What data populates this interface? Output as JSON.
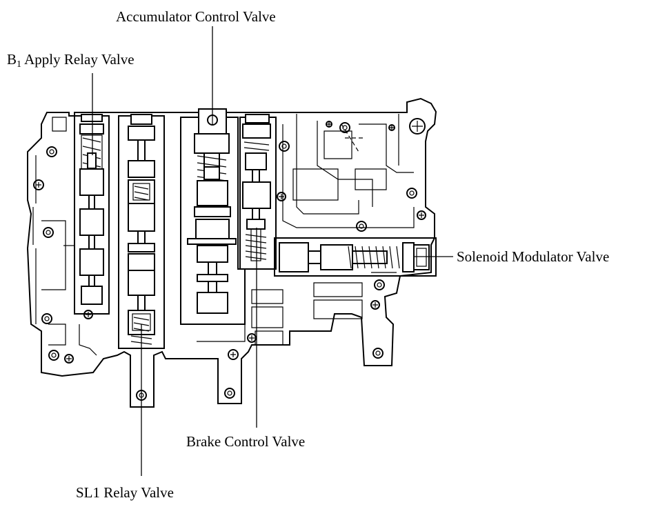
{
  "labels": {
    "accumulator": "Accumulator Control Valve",
    "b1_prefix": "B",
    "b1_sub": "1",
    "b1_rest": " Apply Relay Valve",
    "solenoid_modulator": "Solenoid Modulator Valve",
    "brake_control": "Brake Control Valve",
    "sl1_relay": "SL1 Relay Valve"
  }
}
